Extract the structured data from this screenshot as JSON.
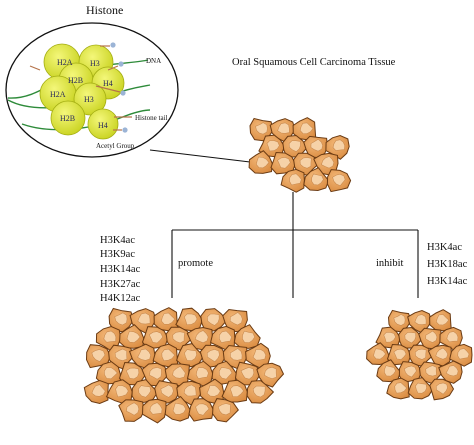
{
  "histone": {
    "title": "Histone",
    "labels": {
      "dna": "DNA",
      "histone_tail": "Histone tail",
      "acetyl_group": "Acetyl Group"
    },
    "subunits": [
      "H2A",
      "H3",
      "H2B",
      "H4",
      "H2A",
      "H3",
      "H2B",
      "H4"
    ]
  },
  "tissue": {
    "title": "Oral Squamous Cell Carcinoma Tissue"
  },
  "branches": {
    "promote": {
      "label": "promote",
      "marks": [
        "H3K4ac",
        "H3K9ac",
        "H3K14ac",
        "H3K27ac",
        "H4K12ac"
      ]
    },
    "inhibit": {
      "label": "inhibit",
      "marks": [
        "H3K4ac",
        "H3K18ac",
        "H3K14ac"
      ]
    }
  },
  "colors": {
    "histone_fill": "#d8e23a",
    "histone_stroke": "#a3ad12",
    "dna_line": "#2e8b3a",
    "cell_fill": "#e7a15e",
    "cell_stroke": "#6b3b13",
    "nucleus_fill": "#f6d2a8",
    "tail_color": "#b5734a",
    "acetyl_color": "#9bb4d6"
  }
}
